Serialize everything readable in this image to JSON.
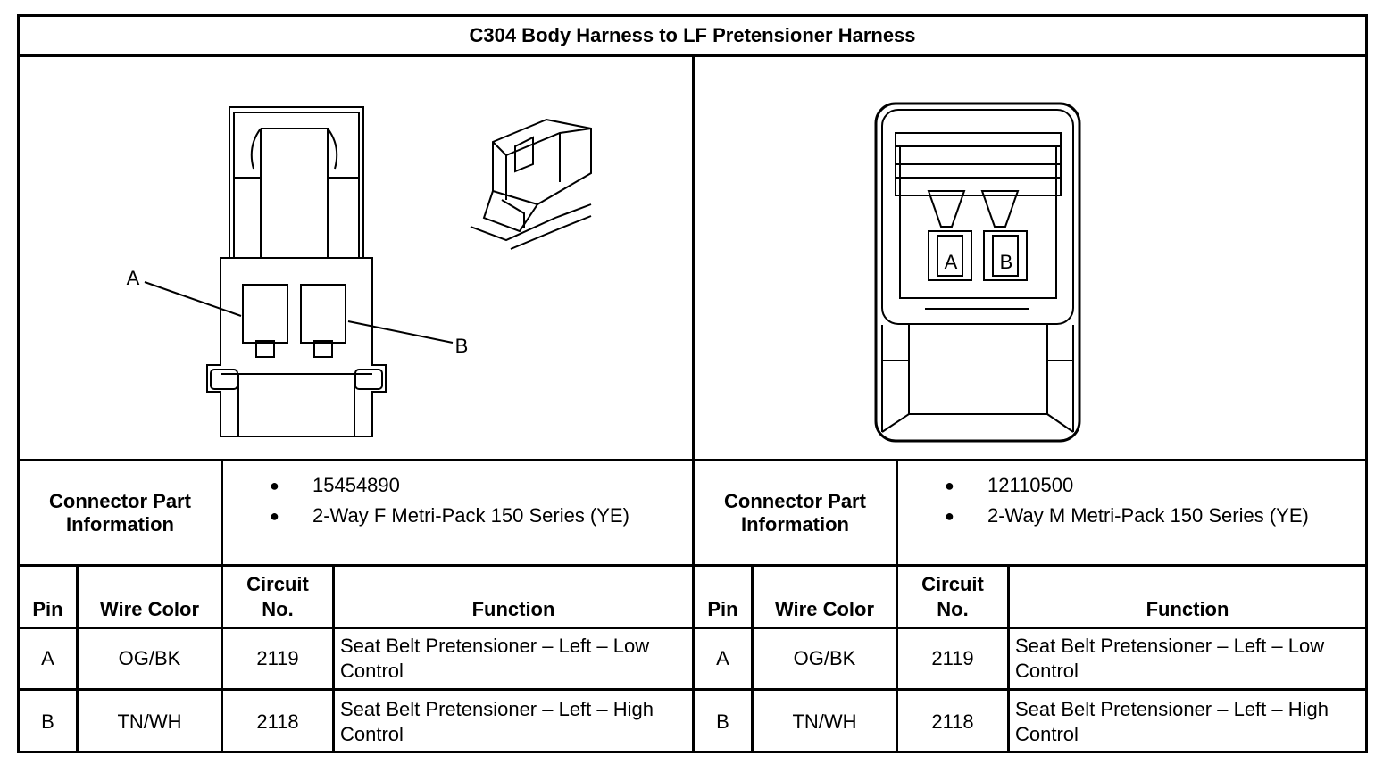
{
  "title": "C304 Body Harness to LF Pretensioner Harness",
  "left": {
    "diagram_labels": {
      "pin_a": "A",
      "pin_b": "B"
    },
    "connector_info_label": "Connector Part Information",
    "connector_info": [
      "15454890",
      "2-Way F Metri-Pack 150 Series (YE)"
    ],
    "headers": {
      "pin": "Pin",
      "wire_color": "Wire Color",
      "circuit": "Circuit No.",
      "function": "Function"
    },
    "rows": [
      {
        "pin": "A",
        "wire_color": "OG/BK",
        "circuit": "2119",
        "function": "Seat Belt Pretensioner – Left – Low Control"
      },
      {
        "pin": "B",
        "wire_color": "TN/WH",
        "circuit": "2118",
        "function": "Seat Belt Pretensioner – Left – High Control"
      }
    ]
  },
  "right": {
    "diagram_labels": {
      "pin_a": "A",
      "pin_b": "B"
    },
    "connector_info_label": "Connector Part Information",
    "connector_info": [
      "12110500",
      "2-Way M Metri-Pack 150 Series (YE)"
    ],
    "headers": {
      "pin": "Pin",
      "wire_color": "Wire Color",
      "circuit": "Circuit No.",
      "function": "Function"
    },
    "rows": [
      {
        "pin": "A",
        "wire_color": "OG/BK",
        "circuit": "2119",
        "function": "Seat Belt Pretensioner – Left – Low Control"
      },
      {
        "pin": "B",
        "wire_color": "TN/WH",
        "circuit": "2118",
        "function": "Seat Belt Pretensioner – Left – High Control"
      }
    ]
  }
}
